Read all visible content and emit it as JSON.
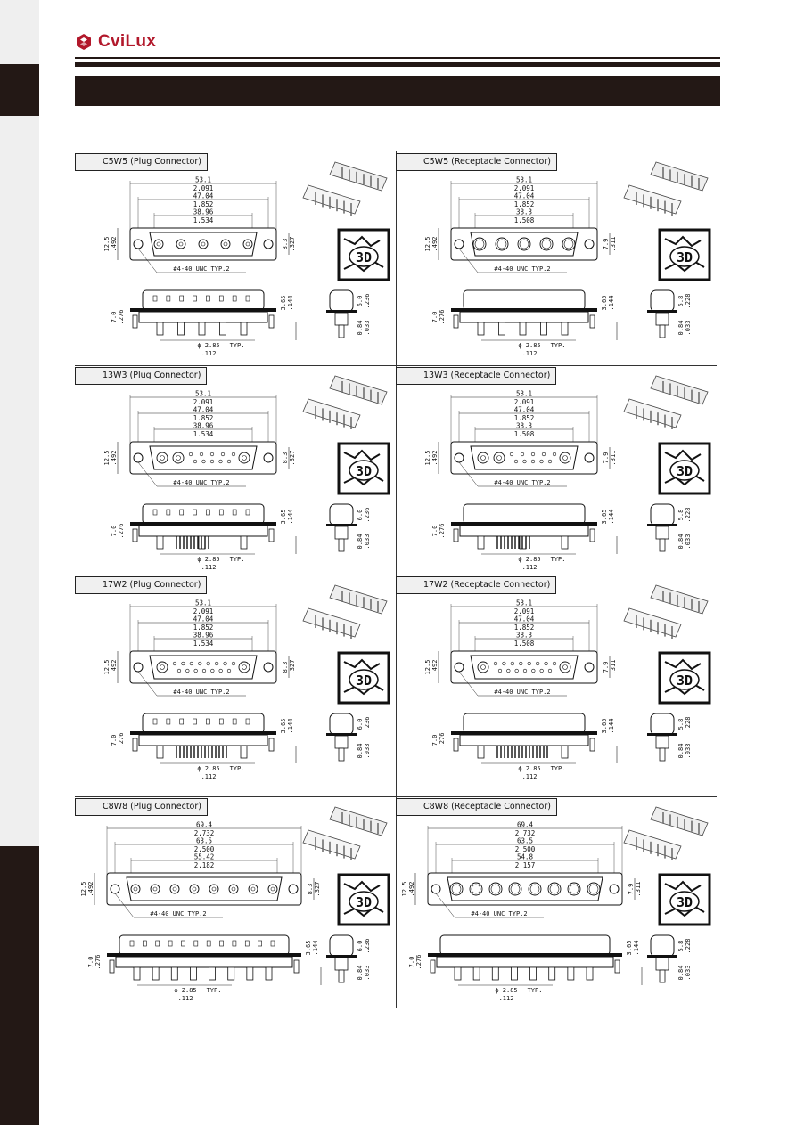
{
  "header": {
    "brand": "CviLux",
    "brand_color": "#b2182b",
    "icon": "cvilux-logo-icon"
  },
  "panels": [
    {
      "title": "C5W5 (Plug Connector)",
      "dims": [
        "53.1",
        "2.091",
        "47.04",
        "1.852",
        "38.96",
        "1.534"
      ],
      "height_mm": "12.5",
      "height_in": ".492",
      "side_mm": "8.3",
      "side_in": ".327",
      "screw": "#4-40 UNC TYP.2",
      "h1_mm": "3.65",
      "h1_in": ".144",
      "h2_mm": "6.0",
      "h2_in": ".236",
      "base_mm": "7.0",
      "base_in": ".276",
      "t_mm": "0.84",
      "t_in": ".033",
      "pin": "ϕ 2.85",
      "pin_in": ".112",
      "typ": "TYP.",
      "badge": "3D"
    },
    {
      "title": "C5W5 (Receptacle Connector)",
      "dims": [
        "53.1",
        "2.091",
        "47.04",
        "1.852",
        "38.3",
        "1.508"
      ],
      "height_mm": "12.5",
      "height_in": ".492",
      "side_mm": "7.9",
      "side_in": ".311",
      "screw": "#4-40 UNC TYP.2",
      "h1_mm": "3.65",
      "h1_in": ".144",
      "h2_mm": "5.8",
      "h2_in": ".228",
      "base_mm": "7.0",
      "base_in": ".276",
      "t_mm": "0.84",
      "t_in": ".033",
      "pin": "ϕ 2.85",
      "pin_in": ".112",
      "typ": "TYP.",
      "badge": "3D"
    },
    {
      "title": "13W3 (Plug Connector)",
      "dims": [
        "53.1",
        "2.091",
        "47.04",
        "1.852",
        "38.96",
        "1.534"
      ],
      "height_mm": "12.5",
      "height_in": ".492",
      "side_mm": "8.3",
      "side_in": ".327",
      "screw": "#4-40 UNC TYP.2",
      "h1_mm": "3.65",
      "h1_in": ".144",
      "h2_mm": "6.0",
      "h2_in": ".236",
      "base_mm": "7.0",
      "base_in": ".276",
      "t_mm": "0.84",
      "t_in": ".033",
      "pin": "ϕ 2.85",
      "pin_in": ".112",
      "typ": "TYP.",
      "badge": "3D"
    },
    {
      "title": "13W3 (Receptacle Connector)",
      "dims": [
        "53.1",
        "2.091",
        "47.04",
        "1.852",
        "38.3",
        "1.508"
      ],
      "height_mm": "12.5",
      "height_in": ".492",
      "side_mm": "7.9",
      "side_in": ".311",
      "screw": "#4-40 UNC TYP.2",
      "h1_mm": "3.65",
      "h1_in": ".144",
      "h2_mm": "5.8",
      "h2_in": ".228",
      "base_mm": "7.0",
      "base_in": ".276",
      "t_mm": "0.84",
      "t_in": ".033",
      "pin": "ϕ 2.85",
      "pin_in": ".112",
      "typ": "TYP.",
      "badge": "3D"
    },
    {
      "title": "17W2 (Plug Connector)",
      "dims": [
        "53.1",
        "2.091",
        "47.04",
        "1.852",
        "38.96",
        "1.534"
      ],
      "height_mm": "12.5",
      "height_in": ".492",
      "side_mm": "8.3",
      "side_in": ".327",
      "screw": "#4-40 UNC TYP.2",
      "h1_mm": "3.65",
      "h1_in": ".144",
      "h2_mm": "6.0",
      "h2_in": ".236",
      "base_mm": "7.0",
      "base_in": ".276",
      "t_mm": "0.84",
      "t_in": ".033",
      "pin": "ϕ 2.85",
      "pin_in": ".112",
      "typ": "TYP.",
      "badge": "3D"
    },
    {
      "title": "17W2 (Receptacle Connector)",
      "dims": [
        "53.1",
        "2.091",
        "47.04",
        "1.852",
        "38.3",
        "1.508"
      ],
      "height_mm": "12.5",
      "height_in": ".492",
      "side_mm": "7.9",
      "side_in": ".311",
      "screw": "#4-40 UNC TYP.2",
      "h1_mm": "3.65",
      "h1_in": ".144",
      "h2_mm": "5.8",
      "h2_in": ".228",
      "base_mm": "7.0",
      "base_in": ".276",
      "t_mm": "0.84",
      "t_in": ".033",
      "pin": "ϕ 2.85",
      "pin_in": ".112",
      "typ": "TYP.",
      "badge": "3D"
    },
    {
      "title": "C8W8 (Plug Connector)",
      "dims": [
        "69.4",
        "2.732",
        "63.5",
        "2.500",
        "55.42",
        "2.182"
      ],
      "height_mm": "12.5",
      "height_in": ".492",
      "side_mm": "8.3",
      "side_in": ".327",
      "screw": "#4-40 UNC TYP.2",
      "h1_mm": "3.65",
      "h1_in": ".144",
      "h2_mm": "6.0",
      "h2_in": ".236",
      "base_mm": "7.0",
      "base_in": ".276",
      "t_mm": "0.84",
      "t_in": ".033",
      "pin": "ϕ 2.85",
      "pin_in": ".112",
      "typ": "TYP.",
      "badge": "3D"
    },
    {
      "title": "C8W8 (Receptacle Connector)",
      "dims": [
        "69.4",
        "2.732",
        "63.5",
        "2.500",
        "54.8",
        "2.157"
      ],
      "height_mm": "12.5",
      "height_in": ".492",
      "side_mm": "7.9",
      "side_in": ".311",
      "screw": "#4-40 UNC TYP.2",
      "h1_mm": "3.65",
      "h1_in": ".144",
      "h2_mm": "5.8",
      "h2_in": ".228",
      "base_mm": "7.0",
      "base_in": ".276",
      "t_mm": "0.84",
      "t_in": ".033",
      "pin": "ϕ 2.85",
      "pin_in": ".112",
      "typ": "TYP.",
      "badge": "3D"
    }
  ]
}
